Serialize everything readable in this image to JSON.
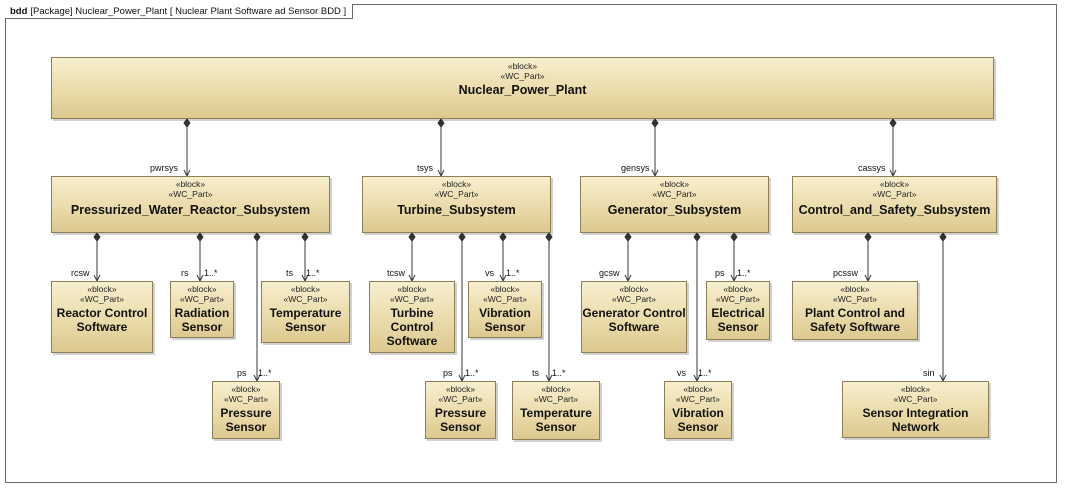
{
  "frame": {
    "kind": "bdd",
    "title": "[Package] Nuclear_Power_Plant [ Nuclear Plant Software ad Sensor BDD ]"
  },
  "stereotypes": {
    "block": "«block»",
    "part": "«WC_Part»"
  },
  "blocks": {
    "npp": {
      "name": "Nuclear_Power_Plant"
    },
    "pwr": {
      "name": "Pressurized_Water_Reactor_Subsystem"
    },
    "tur": {
      "name": "Turbine_Subsystem"
    },
    "gen": {
      "name": "Generator_Subsystem"
    },
    "cas": {
      "name": "Control_and_Safety_Subsystem"
    },
    "rcs": {
      "name": "Reactor Control Software"
    },
    "rad": {
      "name": "Radiation Sensor"
    },
    "tmp1": {
      "name": "Temperature Sensor"
    },
    "prs1": {
      "name": "Pressure Sensor"
    },
    "tcs": {
      "name": "Turbine Control Software"
    },
    "vib1": {
      "name": "Vibration Sensor"
    },
    "prs2": {
      "name": "Pressure Sensor"
    },
    "tmp2": {
      "name": "Temperature Sensor"
    },
    "gcs": {
      "name": "Generator Control Software"
    },
    "ele": {
      "name": "Electrical Sensor"
    },
    "vib2": {
      "name": "Vibration Sensor"
    },
    "pcs": {
      "name": "Plant Control and Safety Software"
    },
    "sin": {
      "name": "Sensor Integration Network"
    }
  },
  "associations": [
    {
      "whole": "npp",
      "part": "pwr",
      "role": "pwrsys",
      "multiplicity": ""
    },
    {
      "whole": "npp",
      "part": "tur",
      "role": "tsys",
      "multiplicity": ""
    },
    {
      "whole": "npp",
      "part": "gen",
      "role": "gensys",
      "multiplicity": ""
    },
    {
      "whole": "npp",
      "part": "cas",
      "role": "cassys",
      "multiplicity": ""
    },
    {
      "whole": "pwr",
      "part": "rcs",
      "role": "rcsw",
      "multiplicity": ""
    },
    {
      "whole": "pwr",
      "part": "rad",
      "role": "rs",
      "multiplicity": "1..*"
    },
    {
      "whole": "pwr",
      "part": "tmp1",
      "role": "ts",
      "multiplicity": "1..*"
    },
    {
      "whole": "pwr",
      "part": "prs1",
      "role": "ps",
      "multiplicity": "1..*"
    },
    {
      "whole": "tur",
      "part": "tcs",
      "role": "tcsw",
      "multiplicity": ""
    },
    {
      "whole": "tur",
      "part": "vib1",
      "role": "vs",
      "multiplicity": "1..*"
    },
    {
      "whole": "tur",
      "part": "prs2",
      "role": "ps",
      "multiplicity": "1..*"
    },
    {
      "whole": "tur",
      "part": "tmp2",
      "role": "ts",
      "multiplicity": "1..*"
    },
    {
      "whole": "gen",
      "part": "gcs",
      "role": "gcsw",
      "multiplicity": ""
    },
    {
      "whole": "gen",
      "part": "ele",
      "role": "ps",
      "multiplicity": "1..*"
    },
    {
      "whole": "gen",
      "part": "vib2",
      "role": "vs",
      "multiplicity": "1..*"
    },
    {
      "whole": "cas",
      "part": "pcs",
      "role": "pcssw",
      "multiplicity": ""
    },
    {
      "whole": "cas",
      "part": "sin",
      "role": "sin",
      "multiplicity": ""
    }
  ],
  "colors": {
    "block_fill_top": "#f8efcf",
    "block_fill_bottom": "#ddc98f",
    "block_border": "#8c7e55",
    "line": "#3a3a3a"
  }
}
